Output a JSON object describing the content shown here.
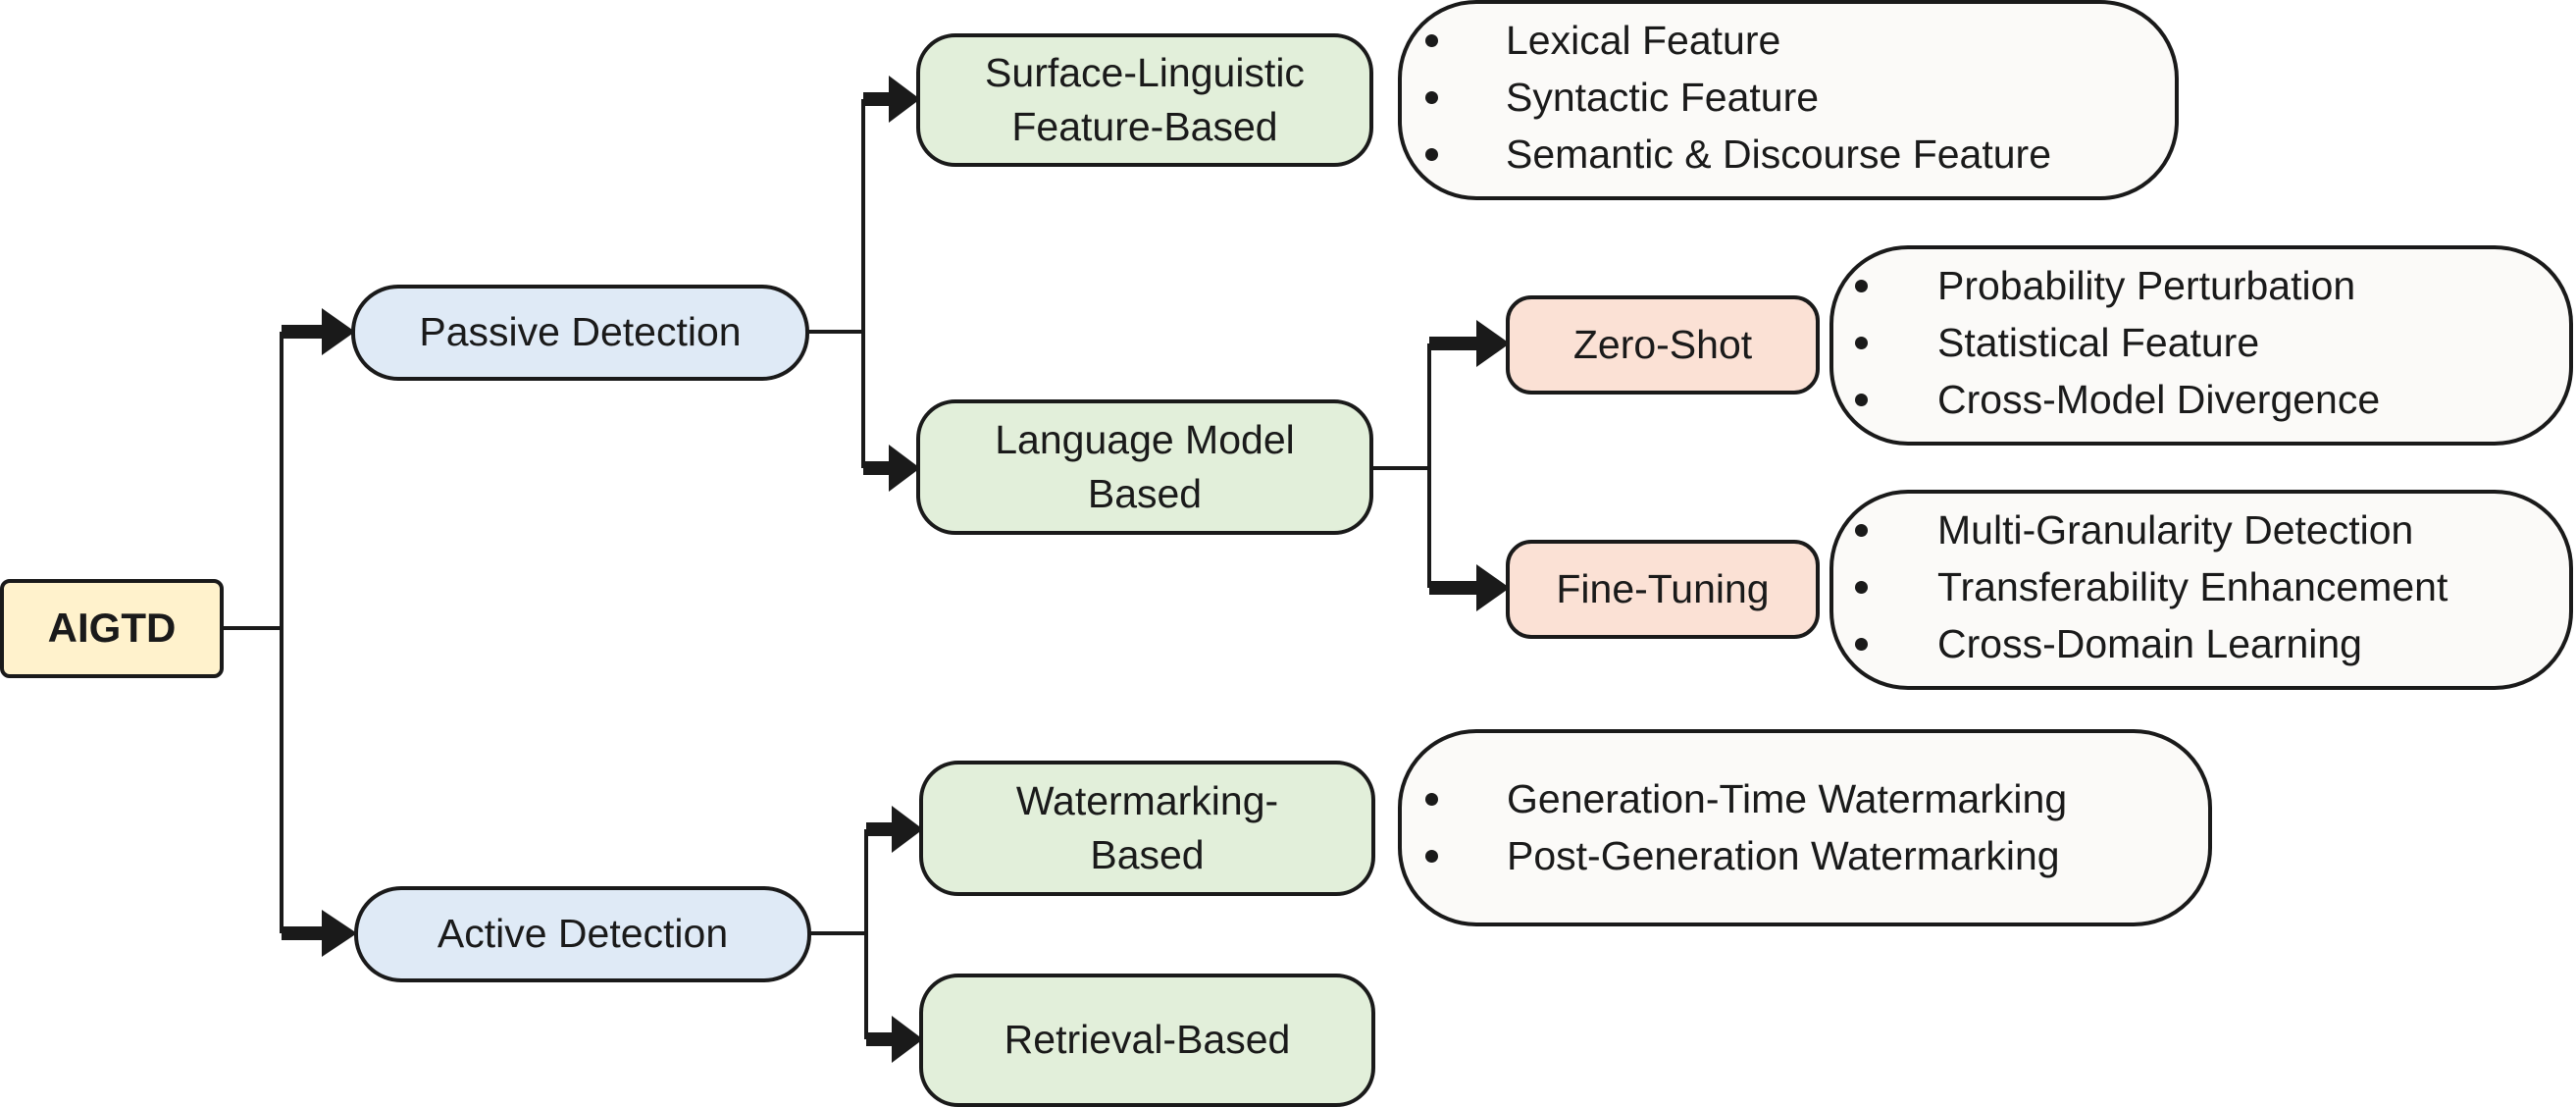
{
  "root": {
    "label": "AIGTD"
  },
  "branches": {
    "passive": {
      "label": "Passive Detection"
    },
    "active": {
      "label": "Active Detection"
    }
  },
  "methods": {
    "surface": {
      "lines": [
        "Surface-Linguistic",
        "Feature-Based"
      ]
    },
    "language_model": {
      "lines": [
        "Language Model",
        "Based"
      ]
    },
    "watermarking": {
      "lines": [
        "Watermarking-",
        "Based"
      ]
    },
    "retrieval": {
      "lines": [
        "Retrieval-Based"
      ]
    }
  },
  "submethods": {
    "zero_shot": {
      "label": "Zero-Shot"
    },
    "fine_tuning": {
      "label": "Fine-Tuning"
    }
  },
  "details": {
    "surface": [
      "Lexical Feature",
      "Syntactic Feature",
      "Semantic & Discourse Feature"
    ],
    "zero_shot": [
      "Probability Perturbation",
      "Statistical Feature",
      "Cross-Model Divergence"
    ],
    "fine_tuning": [
      "Multi-Granularity Detection",
      "Transferability Enhancement",
      "Cross-Domain Learning"
    ],
    "watermarking": [
      "Generation-Time Watermarking",
      "Post-Generation Watermarking"
    ]
  },
  "colors": {
    "root_fill": "#fff2cc",
    "branch_fill": "#dfeaf6",
    "method_fill": "#e2efda",
    "submethod_fill": "#fbe1d5",
    "detail_fill": "#fbfaf8",
    "stroke": "#1a1a1a"
  }
}
